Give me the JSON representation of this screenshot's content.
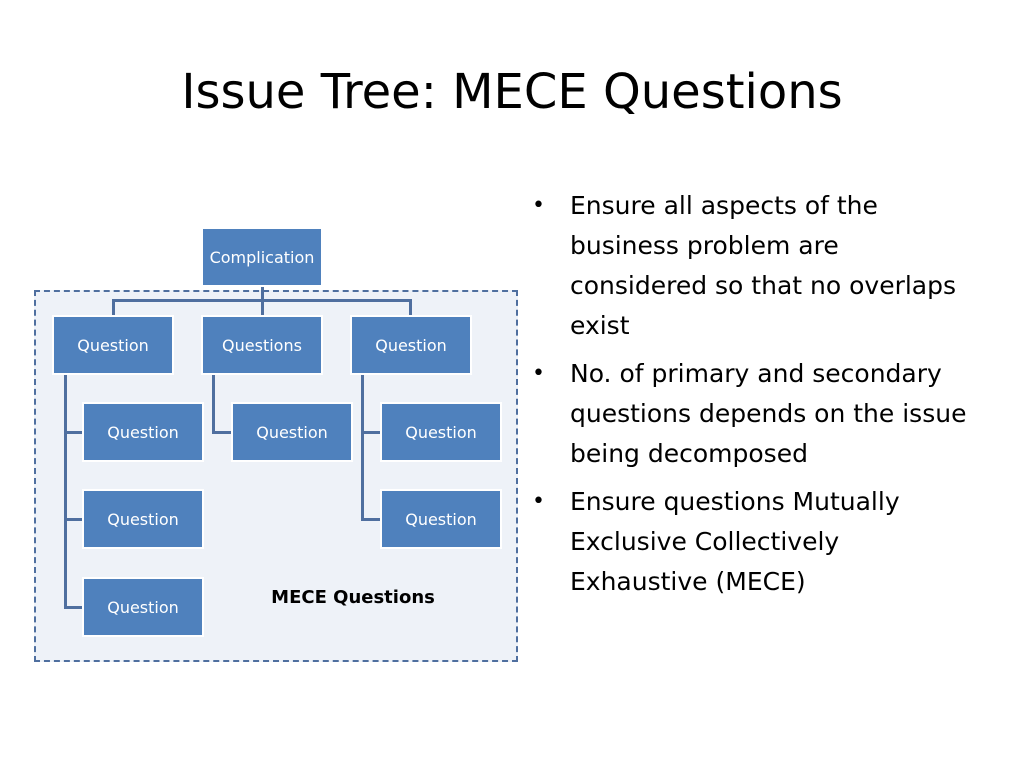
{
  "slide": {
    "title": "Issue Tree: MECE Questions"
  },
  "tree": {
    "root": "Complication",
    "group_label": "MECE Questions",
    "branches": [
      {
        "label": "Question",
        "children": [
          "Question",
          "Question",
          "Question"
        ]
      },
      {
        "label": "Questions",
        "children": [
          "Question"
        ]
      },
      {
        "label": "Question",
        "children": [
          "Question",
          "Question"
        ]
      }
    ]
  },
  "bullets": [
    "Ensure all aspects of the business problem are considered so that no overlaps exist",
    "No. of primary and secondary questions depends on the issue being decomposed",
    "Ensure questions Mutually Exclusive Collectively Exhaustive (MECE)"
  ],
  "colors": {
    "node_fill": "#4f81bd",
    "connector": "#4f6f9f",
    "region_fill": "#eef2f8"
  }
}
